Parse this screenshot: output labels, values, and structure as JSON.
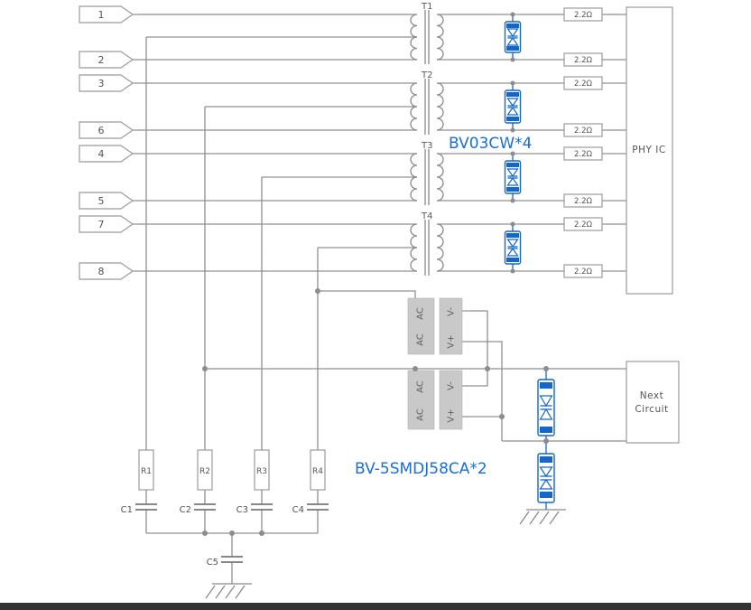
{
  "colors": {
    "wire": "#909090",
    "component_outline": "#9b9b9b",
    "tvs_blue": "#1467c8",
    "label_blue": "#1b6ed2",
    "bridge_gray": "#c9c9c9",
    "text_gray": "#555555",
    "bottom_bar": "#333333"
  },
  "pins": {
    "labels": [
      "1",
      "2",
      "3",
      "6",
      "4",
      "5",
      "7",
      "8"
    ]
  },
  "transformers": {
    "labels": [
      "T1",
      "T2",
      "T3",
      "T4"
    ]
  },
  "series_resistors": {
    "value": "2.2Ω"
  },
  "tvs_array": {
    "label": "BV03CW*4"
  },
  "tvs_power": {
    "label": "BV-5SMDJ58CA*2"
  },
  "bridge": {
    "ac": "AC",
    "v_minus": "V-",
    "v_plus": "V+"
  },
  "phy": {
    "label": "PHY IC"
  },
  "next_circuit": {
    "line1": "Next",
    "line2": "Circuit"
  },
  "termination": {
    "resistors": [
      "R1",
      "R2",
      "R3",
      "R4"
    ],
    "capacitors": [
      "C1",
      "C2",
      "C3",
      "C4"
    ],
    "bulk_capacitor": "C5"
  }
}
